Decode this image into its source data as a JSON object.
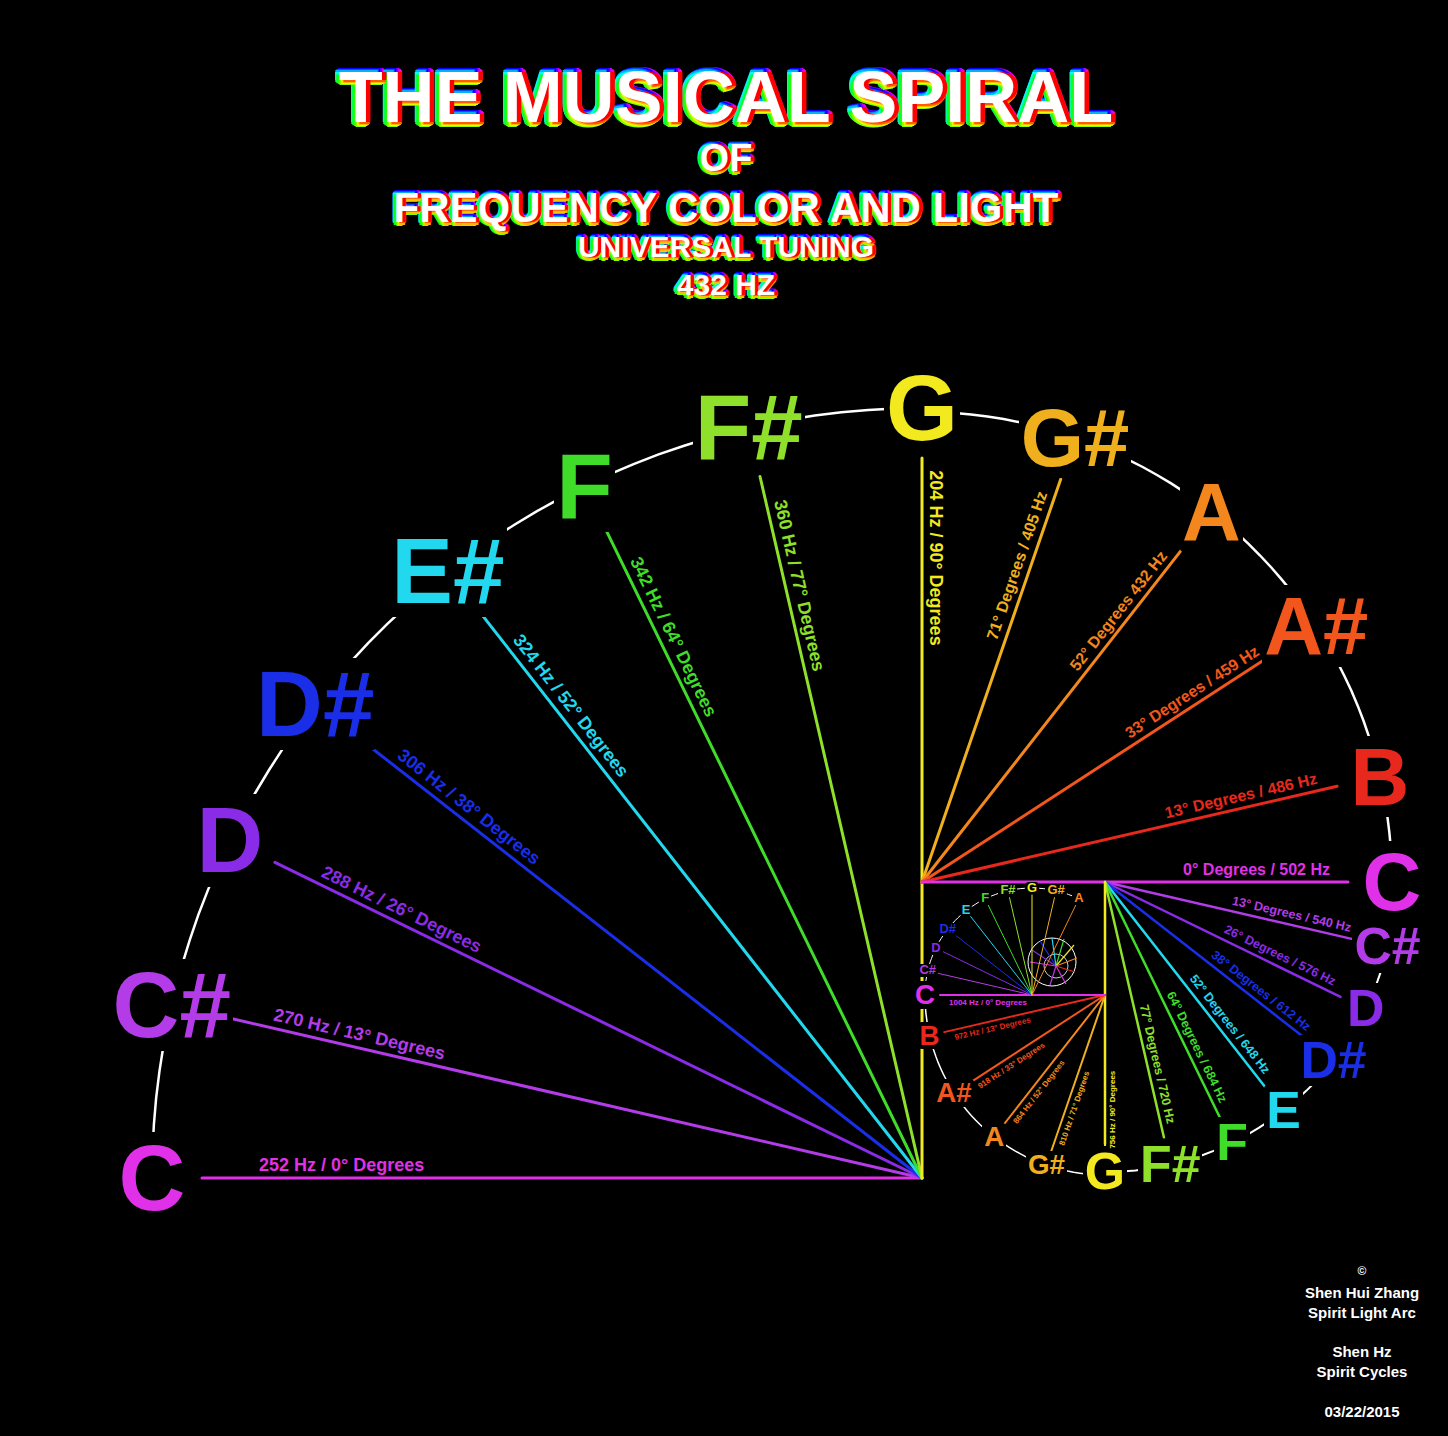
{
  "diagram": {
    "title": "THE MUSICAL SPIRAL",
    "labels": [
      "OF",
      "FREQUENCY COLOR AND LIGHT",
      "UNIVERSAL TUNING",
      "432 HZ",
      "C",
      "C#",
      "D",
      "D#",
      "E#",
      "F",
      "F#",
      "G",
      "252 Hz / 0° Degrees",
      "270 Hz / 13° Degrees",
      "288 Hz / 26° Degrees",
      "306 Hz / 38° Degrees",
      "324 Hz / 52° Degrees",
      "342 Hz / 64° Degrees",
      "360 Hz / 77° Degrees",
      "204 Hz / 90° Degrees",
      "G#",
      "A",
      "A#",
      "B",
      "C",
      "71° Degrees / 405 Hz",
      "52° Degrees 432 Hz",
      "33° Degrees / 459 Hz",
      "13° Degrees / 486 Hz",
      "0° Degrees / 502 Hz",
      "C#",
      "D",
      "D#",
      "E",
      "F",
      "F#",
      "G",
      "13° Degrees / 540 Hz",
      "26° Degrees / 576 Hz",
      "38° Degrees / 612 Hz",
      "52° Degrees / 648 Hz",
      "64° Degrees / 684 Hz",
      "77° Degrees / 720 Hz",
      "G#",
      "A",
      "A#",
      "B",
      "C",
      "756 Hz / 90° Degrees",
      "810 Hz / 71° Degrees",
      "864 Hz / 52° Degrees",
      "918 Hz / 33° Degrees",
      "972 Hz / 13° Degrees",
      "1004 Hz / 0° Degrees",
      "C#",
      "D",
      "D#",
      "E",
      "F",
      "F#",
      "G",
      "G#",
      "A",
      "©",
      "Shen Hui Zhang",
      "Spirit Light Arc",
      "Shen Hz",
      "Spirit Cycles",
      "03/22/2015"
    ]
  }
}
